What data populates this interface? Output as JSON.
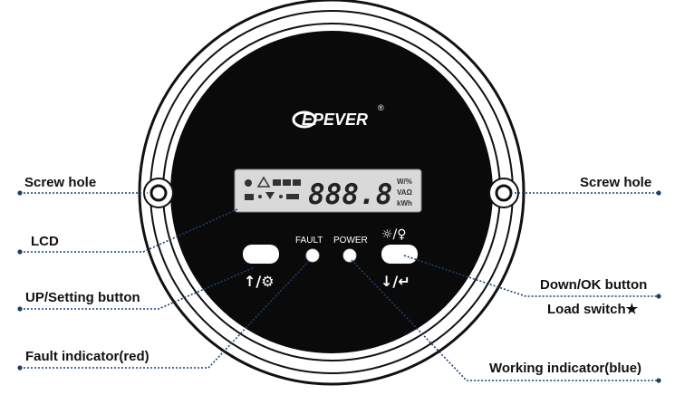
{
  "brand": {
    "name": "EPEVER",
    "registered_mark": "®"
  },
  "lcd": {
    "digits": "888.8",
    "unit_top": "W/%",
    "unit_mid": "VAΩ",
    "unit_bot": "kWh"
  },
  "device_labels": {
    "fault": "FAULT",
    "power": "POWER"
  },
  "button_symbols": {
    "up_setting": "↑/⚙",
    "down_ok": "↓/↵",
    "load_switch": "☼/♀"
  },
  "callouts": {
    "screw_hole_left": "Screw hole",
    "screw_hole_right": "Screw hole",
    "lcd": "LCD",
    "up_setting_button": "UP/Setting button",
    "down_ok_button": "Down/OK button",
    "load_switch": "Load switch★",
    "fault_indicator": "Fault indicator(red)",
    "working_indicator": "Working indicator(blue)"
  },
  "colors": {
    "leader_line": "#1f3f6b",
    "panel": "#0a0a0a",
    "bezel": "#ffffff",
    "lcd_bg": "#d9d9d9"
  }
}
